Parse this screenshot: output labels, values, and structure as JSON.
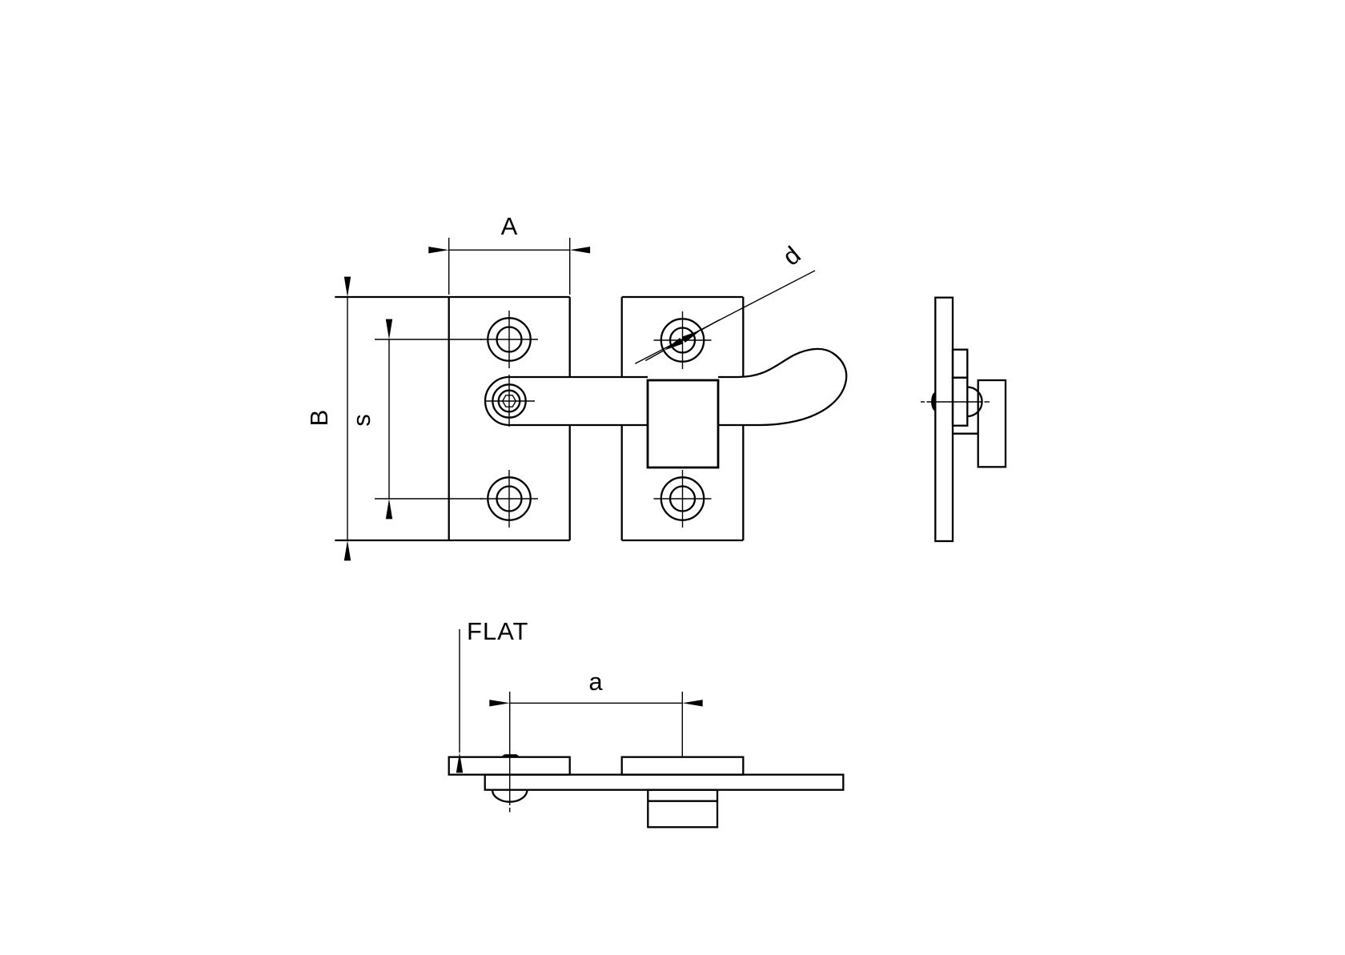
{
  "drawing": {
    "background_color": "#ffffff",
    "line_color": "#000000",
    "labels": {
      "plate_width": "A",
      "plate_height": "B",
      "hole_spacing": "s",
      "hole_diameter": "d",
      "center_distance": "a",
      "flat_note": "FLAT"
    }
  }
}
